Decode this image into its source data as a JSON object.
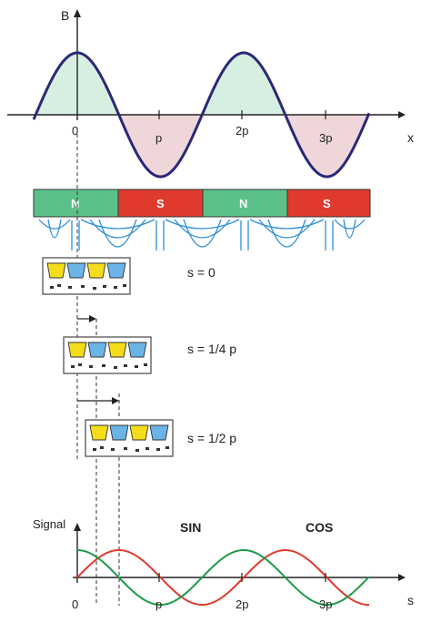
{
  "colors": {
    "north": "#5cc08a",
    "south": "#e03a2e",
    "curve": "#2a2878",
    "pos_fill": "#d6efe0",
    "neg_fill": "#efd6d9",
    "field": "#2f8fd8",
    "sin": "#e03a2e",
    "cos": "#1f9a4a",
    "coil_yellow": "#f3dd1a",
    "coil_blue": "#6ab4e6"
  },
  "top_plot": {
    "y_label": "B",
    "x_label": "x",
    "ticks": [
      "0",
      "p",
      "2p",
      "3p"
    ]
  },
  "magnet": {
    "poles": [
      "N",
      "S",
      "N",
      "S"
    ]
  },
  "sensor_positions": [
    {
      "label": "s = 0"
    },
    {
      "label": "s = 1/4 p"
    },
    {
      "label": "s = 1/2 p"
    }
  ],
  "bottom_plot": {
    "y_label": "Signal",
    "x_label": "s",
    "sin_label": "SIN",
    "cos_label": "COS",
    "ticks": [
      "0",
      "p",
      "2p",
      "3p"
    ]
  }
}
